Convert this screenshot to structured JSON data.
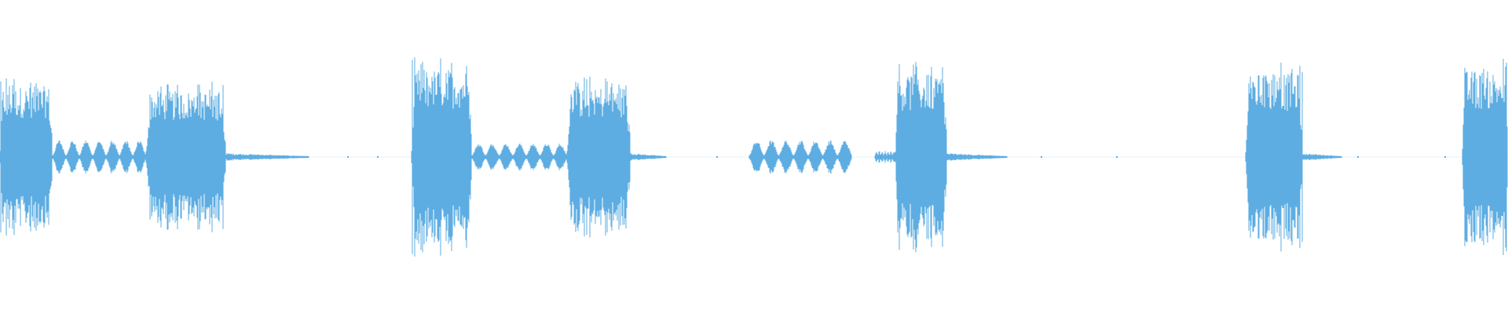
{
  "waveform": {
    "color": "#5dade2",
    "background": "#ffffff",
    "segments": [
      {
        "start": 0.0,
        "end": 0.035,
        "amplitude": 0.45,
        "kind": "burst"
      },
      {
        "start": 0.035,
        "end": 0.097,
        "amplitude": 0.1,
        "kind": "pulses"
      },
      {
        "start": 0.097,
        "end": 0.15,
        "amplitude": 0.42,
        "kind": "burst"
      },
      {
        "start": 0.15,
        "end": 0.205,
        "amplitude": 0.02,
        "kind": "tail"
      },
      {
        "start": 0.273,
        "end": 0.313,
        "amplitude": 0.56,
        "kind": "burst"
      },
      {
        "start": 0.313,
        "end": 0.376,
        "amplitude": 0.08,
        "kind": "pulses"
      },
      {
        "start": 0.376,
        "end": 0.418,
        "amplitude": 0.45,
        "kind": "burst"
      },
      {
        "start": 0.418,
        "end": 0.442,
        "amplitude": 0.02,
        "kind": "tail"
      },
      {
        "start": 0.497,
        "end": 0.565,
        "amplitude": 0.1,
        "kind": "pulses"
      },
      {
        "start": 0.58,
        "end": 0.594,
        "amplitude": 0.03,
        "kind": "pulses"
      },
      {
        "start": 0.594,
        "end": 0.628,
        "amplitude": 0.53,
        "kind": "burst"
      },
      {
        "start": 0.628,
        "end": 0.668,
        "amplitude": 0.02,
        "kind": "tail"
      },
      {
        "start": 0.826,
        "end": 0.864,
        "amplitude": 0.53,
        "kind": "burst"
      },
      {
        "start": 0.864,
        "end": 0.89,
        "amplitude": 0.02,
        "kind": "tail"
      },
      {
        "start": 0.97,
        "end": 1.0,
        "amplitude": 0.55,
        "kind": "burst"
      }
    ]
  }
}
